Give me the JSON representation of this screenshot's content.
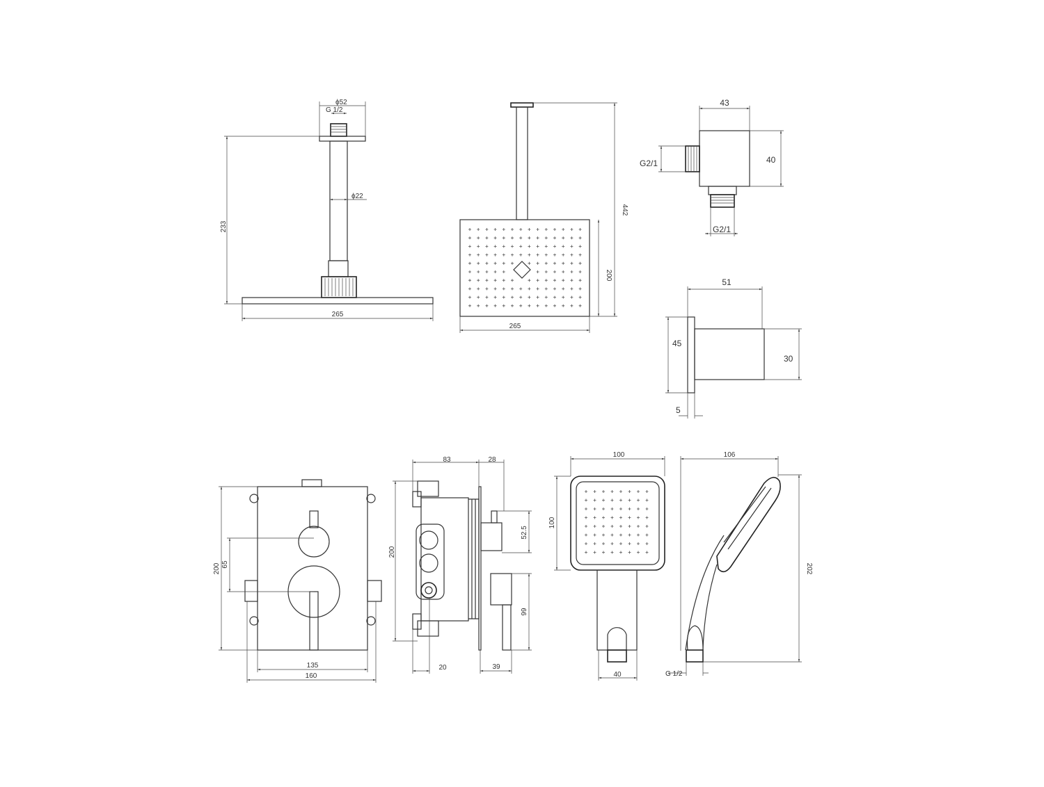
{
  "ceiling_arm_side": {
    "flange_diameter": "ϕ52",
    "thread": "G 1/2",
    "arm_diameter": "ϕ22",
    "height": "233",
    "width": "265"
  },
  "shower_head_front": {
    "total_height": "442",
    "head_height": "200",
    "width": "265"
  },
  "wall_outlet_front": {
    "width": "43",
    "height": "40",
    "inlet_thread": "G2/1",
    "outlet_thread": "G2/1"
  },
  "wall_outlet_side": {
    "depth": "51",
    "flange_height": "45",
    "body_height": "30",
    "flange_thickness": "5"
  },
  "mixer_front": {
    "height": "200",
    "handle_spacing": "65",
    "plate_width": "135",
    "overall_width": "160"
  },
  "mixer_side": {
    "body_depth": "83",
    "projection": "28",
    "height": "200",
    "upper_handle": "52.5",
    "lower_handle": "99",
    "inlet_offset": "20",
    "lever_depth": "39"
  },
  "hand_shower_front": {
    "width": "100",
    "head_height": "100",
    "handle_width": "40"
  },
  "hand_shower_side": {
    "width": "106",
    "length": "202",
    "thread": "G 1/2"
  }
}
